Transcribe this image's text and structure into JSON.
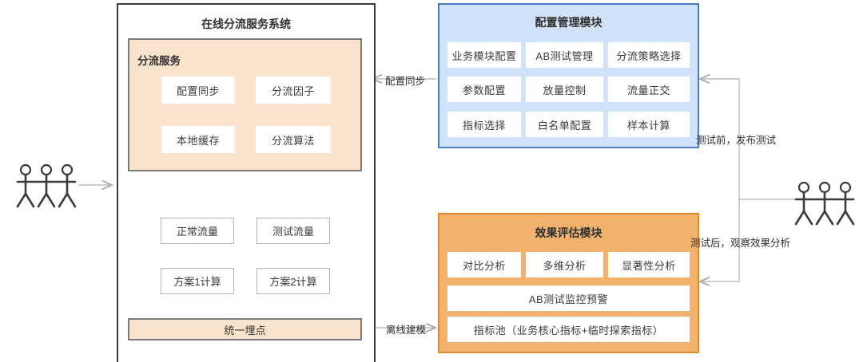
{
  "diagram": {
    "left_system": {
      "title": "在线分流服务系统",
      "service_group": {
        "label": "分流服务",
        "cells": [
          "配置同步",
          "分流因子",
          "本地缓存",
          "分流算法"
        ]
      },
      "flow": {
        "traffic": [
          "正常流量",
          "测试流量"
        ],
        "compute": [
          "方案1计算",
          "方案2计算"
        ],
        "sink": "统一埋点"
      }
    },
    "config_module": {
      "title": "配置管理模块",
      "cells": [
        "业务模块配置",
        "AB测试管理",
        "分流策略选择",
        "参数配置",
        "放量控制",
        "流量正交",
        "指标选择",
        "白名单配置",
        "样本计算"
      ]
    },
    "effect_module": {
      "title": "效果评估模块",
      "cells": [
        "对比分析",
        "多维分析",
        "显著性分析"
      ],
      "wide_cells": [
        "AB测试监控预警",
        "指标池（业务核心指标+临时探索指标）"
      ]
    },
    "edges": {
      "config_sync": "配置同步",
      "offline_modeling": "离线建模",
      "before_test": "测试前，发布测试",
      "after_test": "测试后，观察效果分析"
    },
    "actors": {
      "left": "users-left",
      "right": "users-right"
    },
    "colors": {
      "peach_fill": "#fae3cc",
      "blue_fill": "#cfe2f9",
      "blue_border": "#4a7bbf",
      "orange_fill": "#f2b26e",
      "orange_border": "#e08a2e",
      "frame_stroke": "#3b3b3b",
      "connector": "#b0b0b0"
    }
  }
}
